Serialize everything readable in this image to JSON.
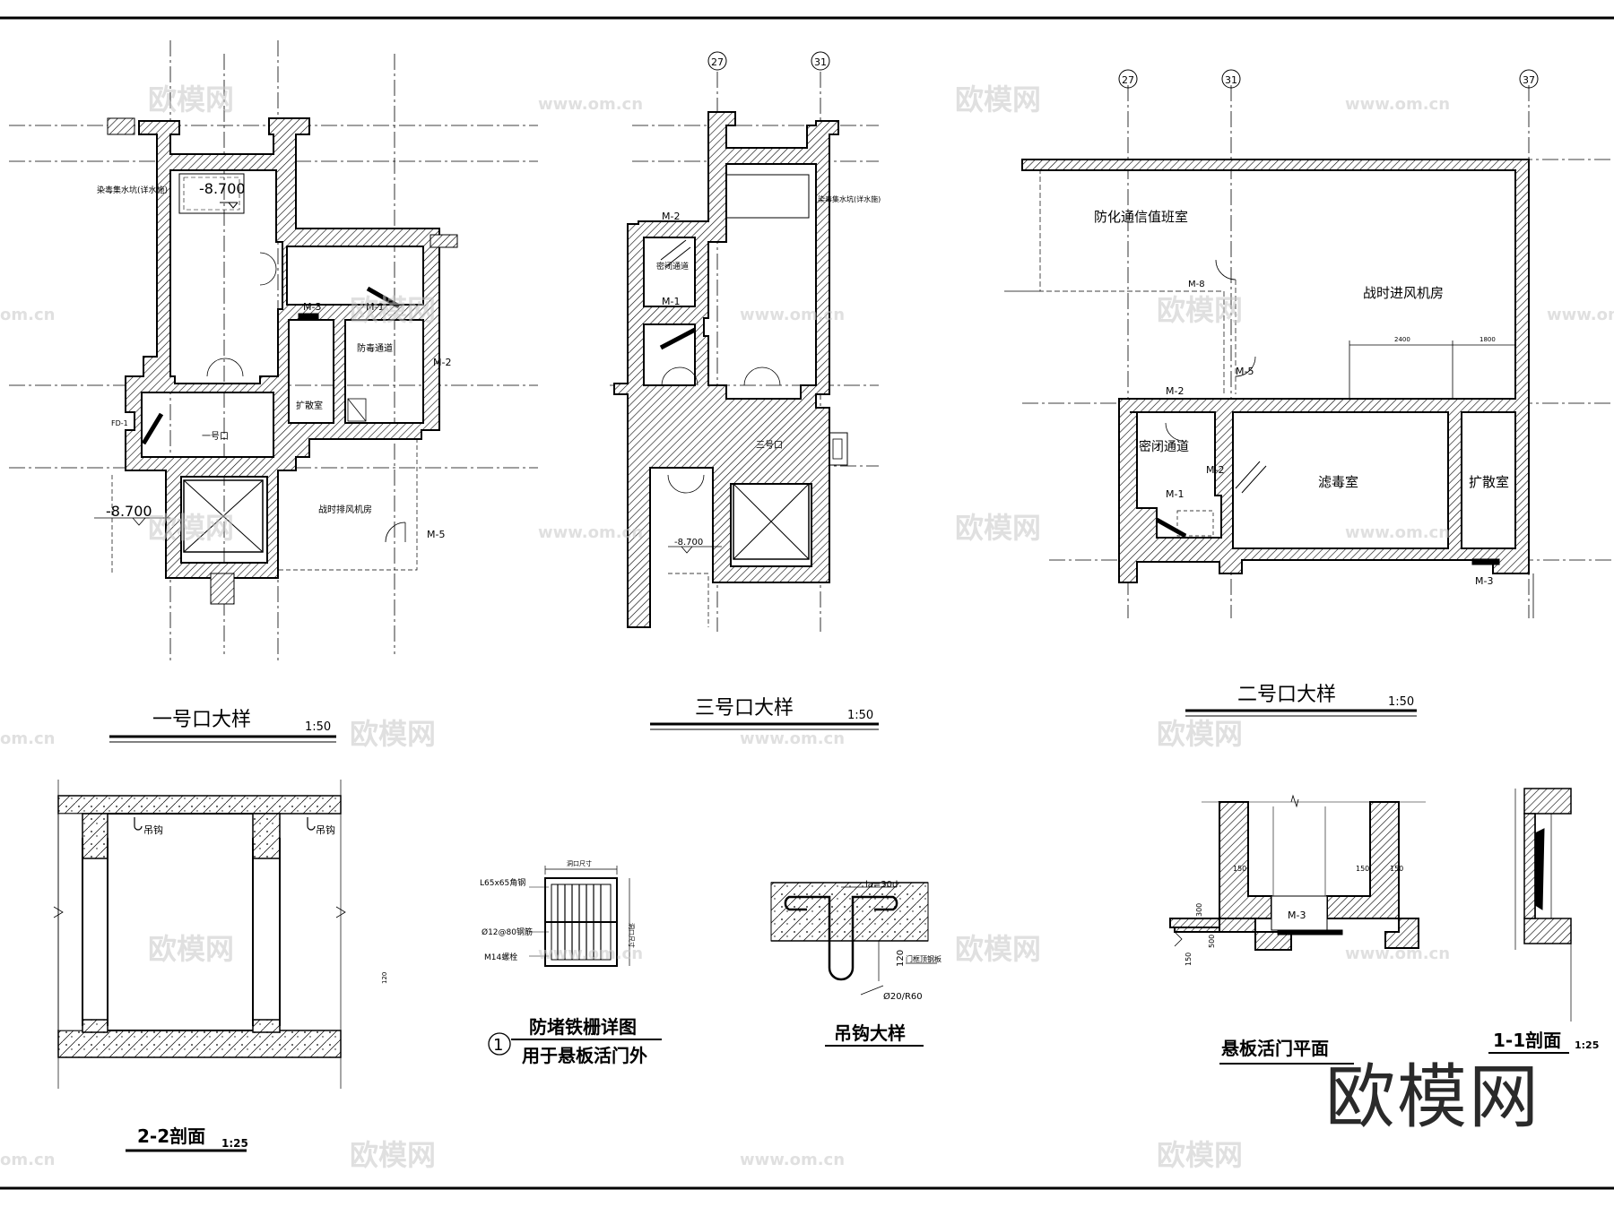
{
  "colors": {
    "line": "#000000",
    "hatch": "#000000",
    "watermark": "#c8c8c8"
  },
  "grid_axes": {
    "a27": "27",
    "a31": "31",
    "a37": "37"
  },
  "plan1": {
    "title": "一号口大样",
    "scale": "1:50",
    "elev_top": "-8.700",
    "elev_bottom": "-8.700",
    "tank": "染毒集水坑(详水施)",
    "m1": "M-1",
    "m2": "M-2",
    "m3": "M-3",
    "m5": "M-5",
    "fd": "FD-1",
    "passage": "防毒通道",
    "expansion": "扩散室",
    "entrance": "一号口",
    "exhaust_room": "战时排风机房"
  },
  "plan3": {
    "title": "三号口大样",
    "scale": "1:50",
    "m1": "M-1",
    "m2": "M-2",
    "sealed": "密闭通道",
    "tank": "染毒集水坑(详水施)",
    "entrance": "三号口",
    "elev": "-8.700"
  },
  "plan2": {
    "title": "二号口大样",
    "scale": "1:50",
    "comm_room": "防化通信值班室",
    "m8": "M-8",
    "fan_room": "战时进风机房",
    "dim1": "2400",
    "dim2": "1800",
    "m5": "M-5",
    "m2a": "M-2",
    "m2b": "M-2",
    "sealed": "密闭通道",
    "m1": "M-1",
    "filter": "滤毒室",
    "expansion": "扩散室",
    "m3": "M-3"
  },
  "section22": {
    "title": "2-2剖面",
    "scale": "1:25",
    "hook1": "吊钩",
    "hook2": "吊钩",
    "dim": "120"
  },
  "grate": {
    "circle": "1",
    "title": "防堵铁栅详图",
    "subtitle": "用于悬板活门外",
    "angle": "L65x65角钢",
    "bar": "Ø12@80钢筋",
    "bolt": "M14螺栓",
    "dim_top": "洞口尺寸",
    "dim_side": "洞口尺寸"
  },
  "hook": {
    "title": "吊钩大样",
    "la": "la=30d",
    "dia": "Ø20/R60",
    "dim": "120",
    "note": "门框顶钢板"
  },
  "valve_plan": {
    "title": "悬板活门平面",
    "m3": "M-3",
    "d150a": "150",
    "d150b": "150",
    "d150c": "150",
    "d150d": "150",
    "d300": "300",
    "d500": "500"
  },
  "section11": {
    "title": "1-1剖面",
    "scale": "1:25"
  },
  "watermarks": {
    "brand": "欧模网",
    "url": "www.om.cn",
    "om": "om.cn"
  }
}
